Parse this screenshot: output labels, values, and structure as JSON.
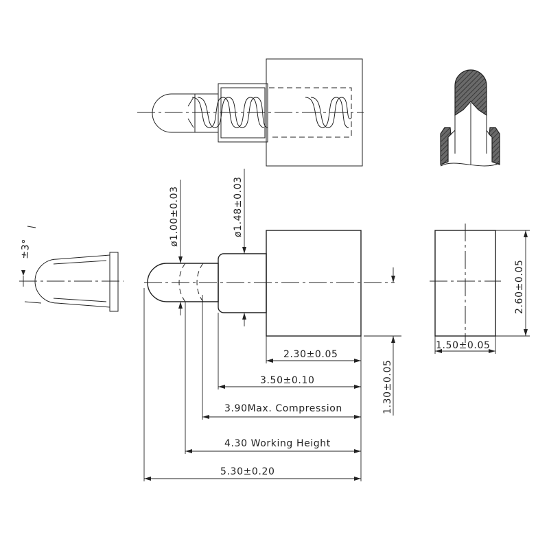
{
  "drawing": {
    "angle_label": "±3°",
    "dimensions": {
      "dia_tip": "ø1.00±0.03",
      "dia_barrel": "ø1.48±0.03",
      "body_length": "2.30±0.05",
      "barrel_length": "3.50±0.10",
      "max_compression": "3.90Max. Compression",
      "working_height": "4.30 Working Height",
      "total_length": "5.30±0.20",
      "center_height": "1.30±0.05",
      "body_height": "2.60±0.05",
      "body_width": "1.50±0.05"
    }
  }
}
